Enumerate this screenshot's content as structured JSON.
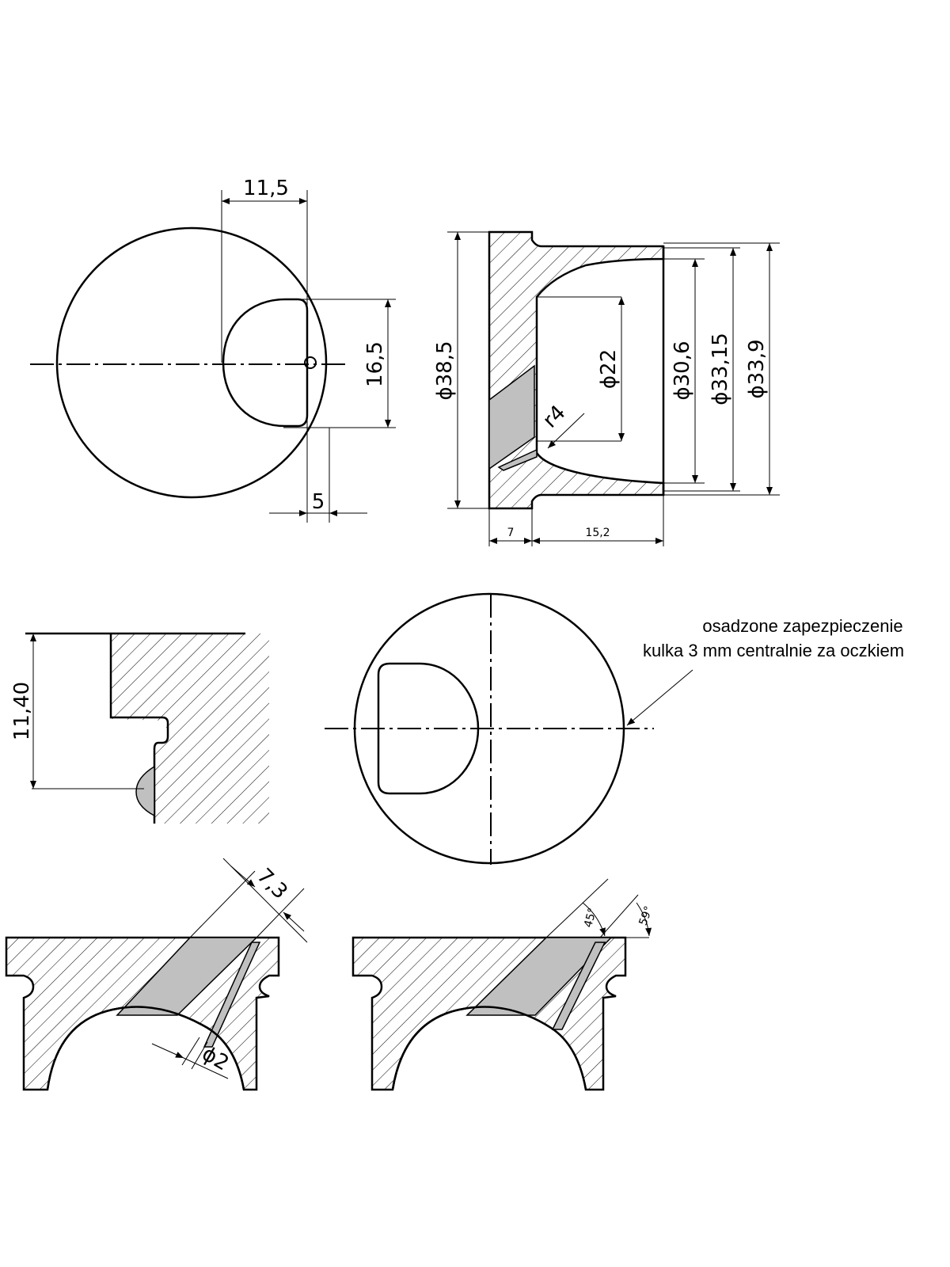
{
  "dimensions": {
    "top_left": {
      "width": "11,5",
      "height": "16,5",
      "offset": "5"
    },
    "section_main": {
      "d_outer": "ϕ38,5",
      "d_bore": "ϕ22",
      "d_30_6": "ϕ30,6",
      "d_33_15": "ϕ33,15",
      "d_33_9": "ϕ33,9",
      "radius": "r4",
      "len_flange": "7",
      "len_body": "15,2"
    },
    "detail": {
      "height": "11,40"
    },
    "bottom_left": {
      "width": "7,3",
      "diameter": "ϕ2"
    },
    "bottom_right": {
      "angle_1": "45°",
      "angle_2": "59°"
    }
  },
  "note": {
    "line1": "osadzone zapezpieczenie",
    "line2": "kulka  3 mm centralnie za oczkiem"
  },
  "colors": {
    "line": "#000000",
    "fill": "#c0c0c0",
    "paper": "#ffffff"
  }
}
